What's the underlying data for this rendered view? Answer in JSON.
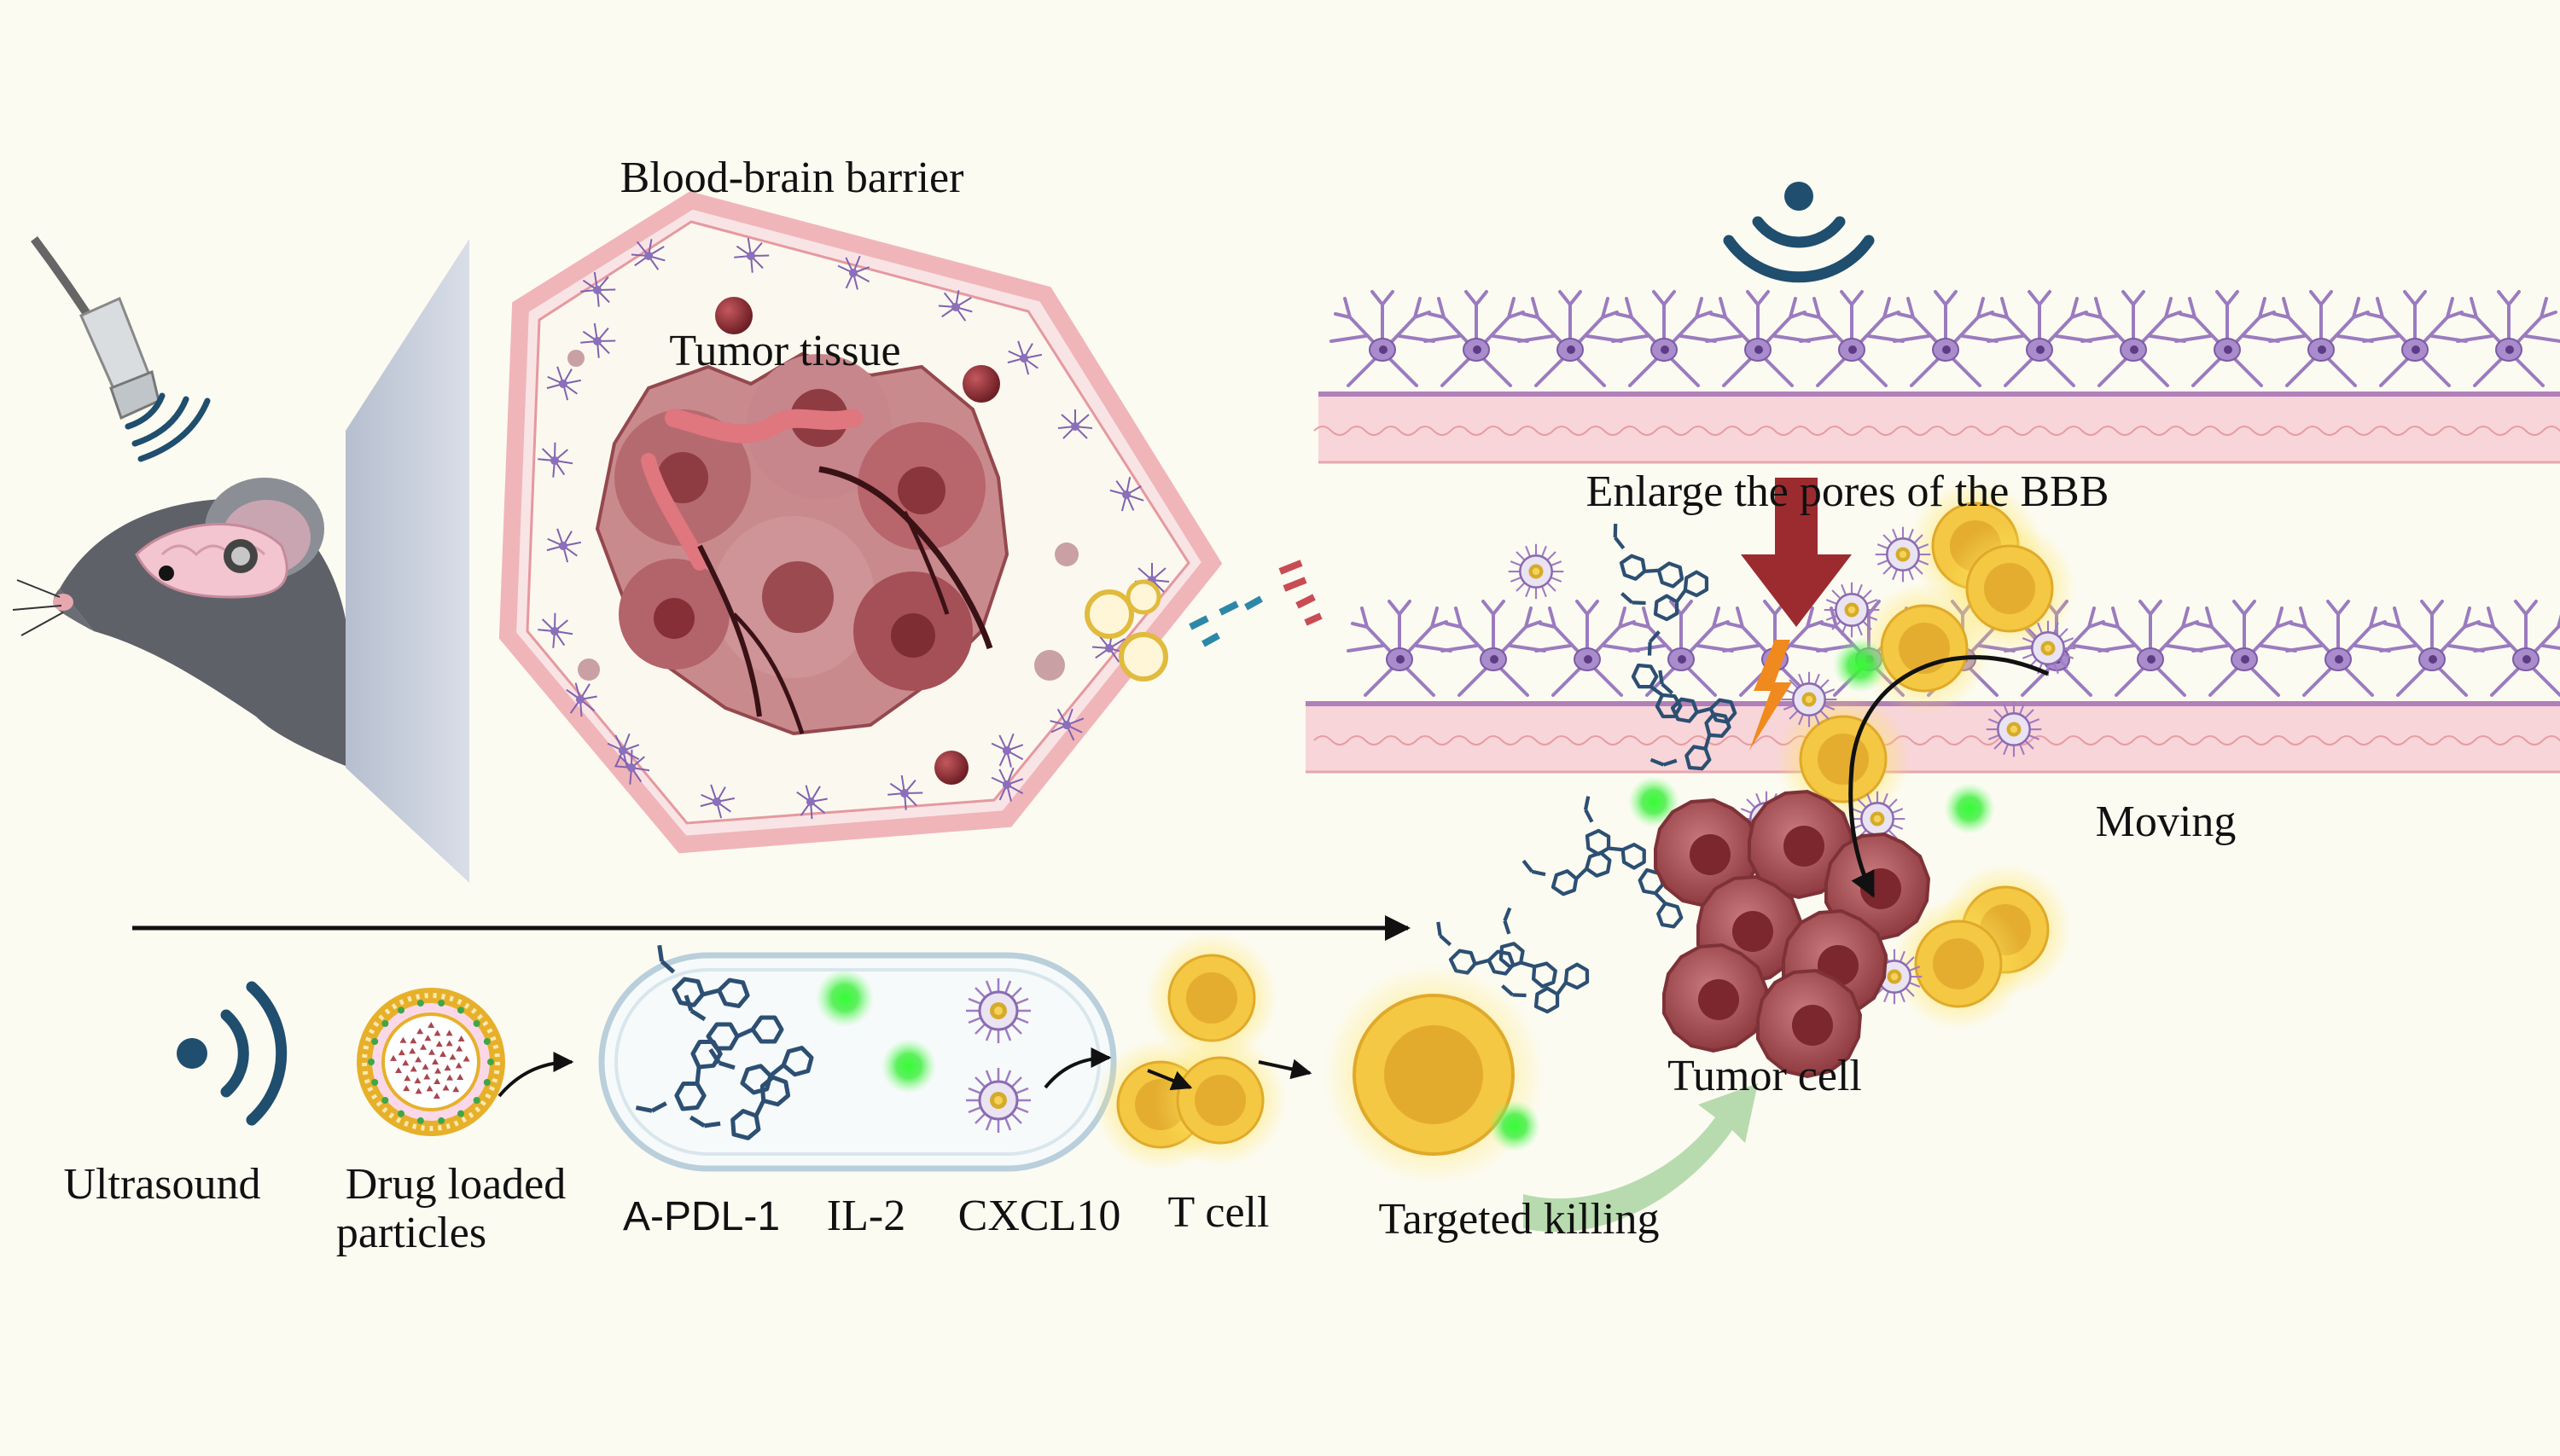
{
  "labels": {
    "bbb": "Blood-brain barrier",
    "tumor_tissue": "Tumor tissue",
    "enlarge": "Enlarge the pores of the BBB",
    "moving": "Moving",
    "tumor_cell": "Tumor cell",
    "targeted_killing": "Targeted killing"
  },
  "legend": {
    "ultrasound": "Ultrasound",
    "drug_line1": "Drug loaded",
    "drug_line2": "particles",
    "apdl1": "A-PDL-1",
    "il2": "IL-2",
    "cxcl10": "CXCL10",
    "tcell": "T cell"
  },
  "colors": {
    "background": "#fcfbf2",
    "astrocyte": "#9b7bbf",
    "vessel": "#f3c9cc",
    "tumor": "#a8555a",
    "tcell": "#f1c23a",
    "il2_glow": "#22dd22",
    "antibody": "#2c4f73",
    "ultrasound_icon": "#1f4e6e",
    "arrow_red": "#9b2b2f",
    "arrow_green": "#a8d4a0"
  },
  "icons": [
    "ultrasound-probe-icon",
    "mouse-icon",
    "ultrasound-wave-icon",
    "lightning-icon"
  ]
}
